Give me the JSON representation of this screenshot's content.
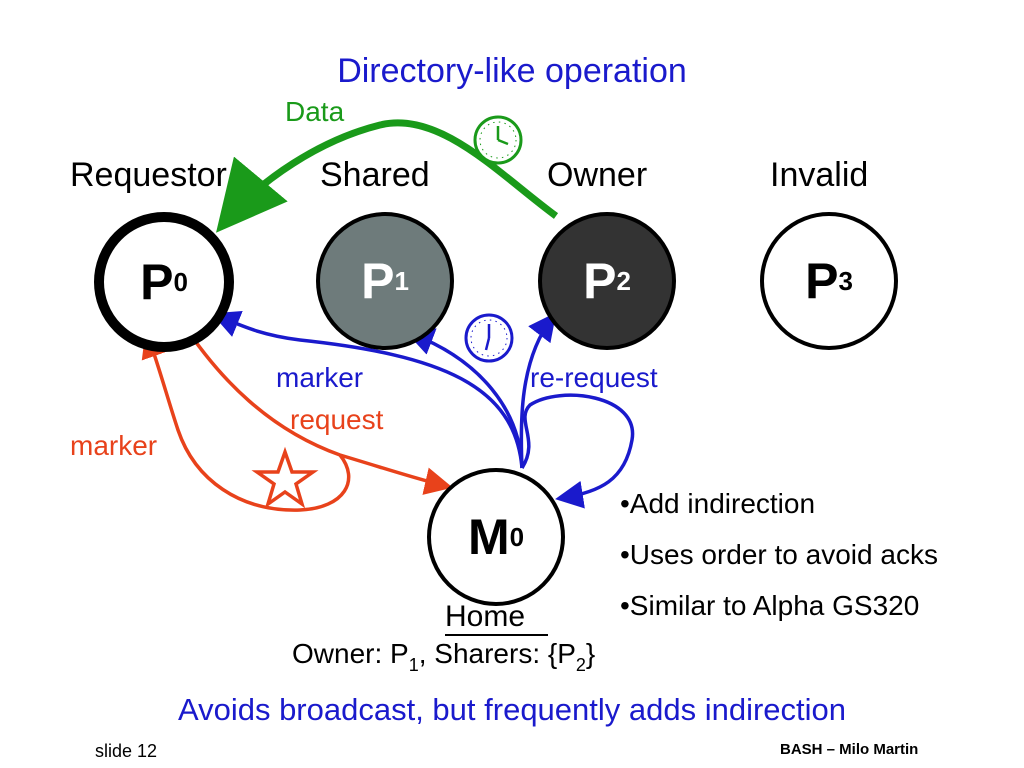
{
  "title": "Directory-like operation",
  "roles": {
    "p0": "Requestor",
    "p1": "Shared",
    "p2": "Owner",
    "p3": "Invalid"
  },
  "nodes": {
    "p0": {
      "letter": "P",
      "sub": "0"
    },
    "p1": {
      "letter": "P",
      "sub": "1"
    },
    "p2": {
      "letter": "P",
      "sub": "2"
    },
    "p3": {
      "letter": "P",
      "sub": "3"
    },
    "m0": {
      "letter": "M",
      "sub": "0"
    }
  },
  "edge_labels": {
    "data": "Data",
    "marker_blue": "marker",
    "re_request": "re-request",
    "request": "request",
    "marker_red": "marker"
  },
  "bullets": [
    "•Add indirection",
    "•Uses order to avoid acks",
    "•Similar to Alpha GS320"
  ],
  "home_label": "Home",
  "directory_state": {
    "owner_prefix": "Owner: P",
    "owner_sub": "1",
    "sharers_prefix": ", Sharers: {P",
    "sharers_sub": "2",
    "sharers_suffix": "}"
  },
  "footer_text": "Avoids broadcast, but frequently adds indirection",
  "slide_label": "slide 12",
  "credit": "BASH – Milo Martin",
  "colors": {
    "blue": "#1a1acc",
    "red": "#e8421b",
    "green": "#1a9a1a",
    "p1_fill": "#6e7b7b",
    "p2_fill": "#333333"
  }
}
